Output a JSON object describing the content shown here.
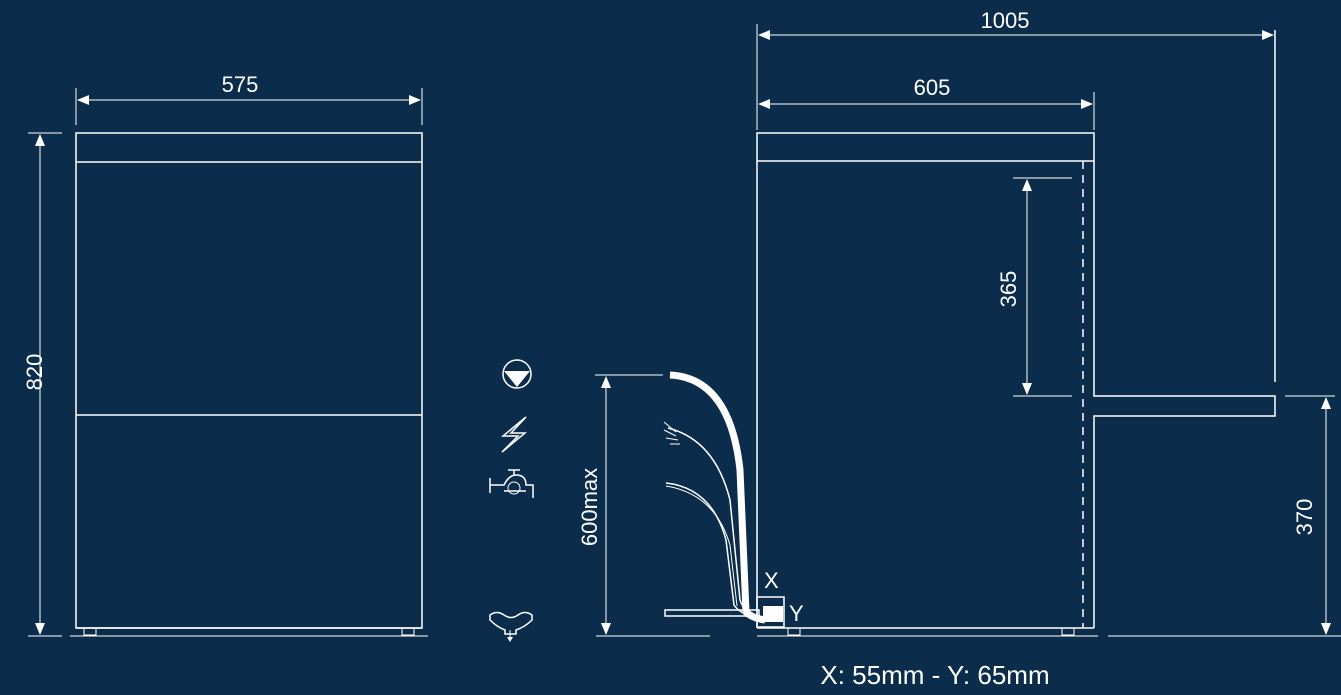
{
  "diagram": {
    "colors": {
      "background": "#0b2d4b",
      "line": "#ffffff"
    },
    "front_view": {
      "width_label": "575",
      "height_label": "820"
    },
    "side_view": {
      "overall_depth_label": "1005",
      "body_depth_label": "605",
      "upper_gap_label": "365",
      "rest_height_label": "370",
      "hose_height_label": "600max",
      "x_label": "X",
      "y_label": "Y"
    },
    "connection_icons": [
      "drain-pump-icon",
      "electricity-icon",
      "water-tap-icon",
      "floor-drain-icon"
    ],
    "caption": "X: 55mm - Y: 65mm"
  }
}
